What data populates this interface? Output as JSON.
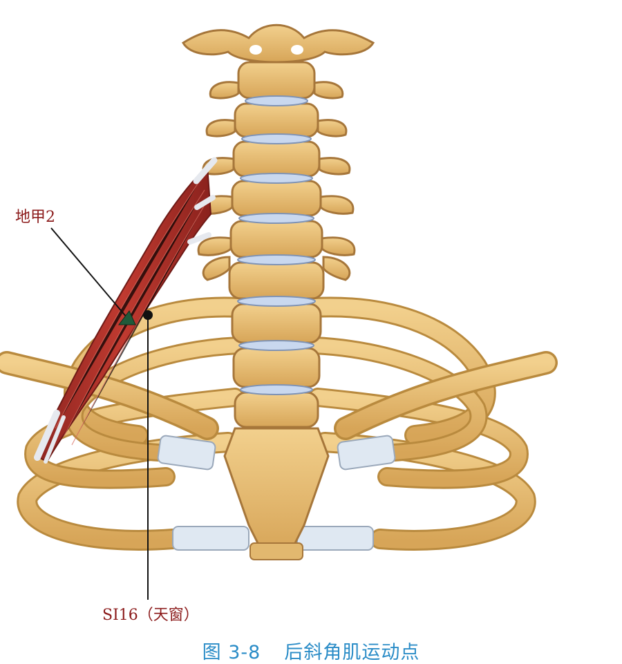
{
  "labels": {
    "point_a": "地甲2",
    "point_b": "SI16（天窗）"
  },
  "caption": {
    "figure_number": "图 3-8",
    "title": "后斜角肌运动点"
  },
  "colors": {
    "bone": "#e8c07a",
    "bone_shadow": "#b98a3e",
    "cartilage": "#dfe8f2",
    "disc": "#c9d8ef",
    "muscle": "#b3322a",
    "muscle_dark": "#7e1f1a",
    "tendon": "#e6e9ef",
    "label_text": "#8b1a1a",
    "caption_text": "#2a8cc7",
    "triangle_marker": "#1f5a3a",
    "dot_marker": "#111111"
  },
  "markers": [
    {
      "name": "triangle-marker",
      "label": "地甲2"
    },
    {
      "name": "dot-marker",
      "label": "SI16（天窗）"
    }
  ]
}
